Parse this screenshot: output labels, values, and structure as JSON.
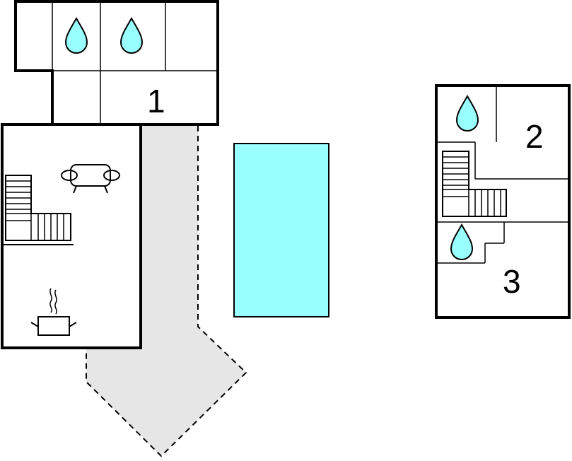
{
  "title": "Floor plan",
  "colors": {
    "water": "#99ffff",
    "terrace": "#e6e6e6",
    "wall": "#000000"
  },
  "rooms": [
    {
      "number": "1",
      "icon": "number-label"
    },
    {
      "number": "2",
      "icon": "number-label"
    },
    {
      "number": "3",
      "icon": "number-label"
    }
  ],
  "symbols": [
    "water-drop-icon",
    "sofa-icon",
    "stairs-icon",
    "cooking-pot-icon",
    "pool"
  ]
}
